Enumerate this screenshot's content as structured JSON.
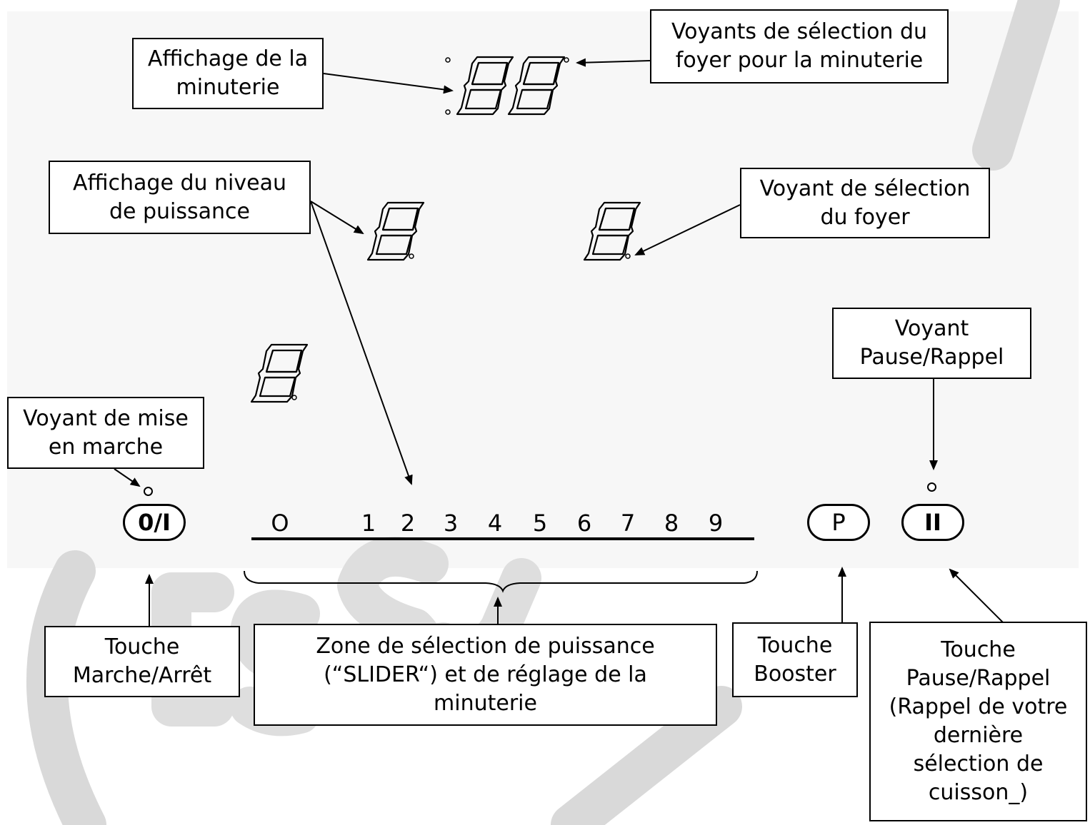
{
  "callouts": {
    "timer_display": [
      "Affichage de la",
      "minuterie"
    ],
    "timer_zone_leds": [
      "Voyants de sélection du",
      "foyer pour la minuterie"
    ],
    "power_display": [
      "Affichage du niveau",
      "de puissance"
    ],
    "zone_led": [
      "Voyant de sélection",
      "du foyer"
    ],
    "pause_led": [
      "Voyant",
      "Pause/Rappel"
    ],
    "power_on_led": [
      "Voyant de mise",
      "en marche"
    ],
    "onoff_key": [
      "Touche",
      "Marche/Arrêt"
    ],
    "slider_zone": [
      "Zone de sélection de puissance",
      "(“SLIDER“) et de réglage de la",
      "minuterie"
    ],
    "booster_key": [
      "Touche",
      "Booster"
    ],
    "pause_key": [
      "Touche",
      "Pause/Rappel",
      "(Rappel de votre",
      "dernière",
      "sélection de",
      "cuisson_)"
    ]
  },
  "controls": {
    "onoff_label": "0/I",
    "booster_label": "P",
    "pause_label": "II"
  },
  "slider": {
    "labels": [
      "O",
      "1",
      "2",
      "3",
      "4",
      "5",
      "6",
      "7",
      "8",
      "9"
    ]
  },
  "watermark": {
    "color": "#d9d9d9"
  }
}
